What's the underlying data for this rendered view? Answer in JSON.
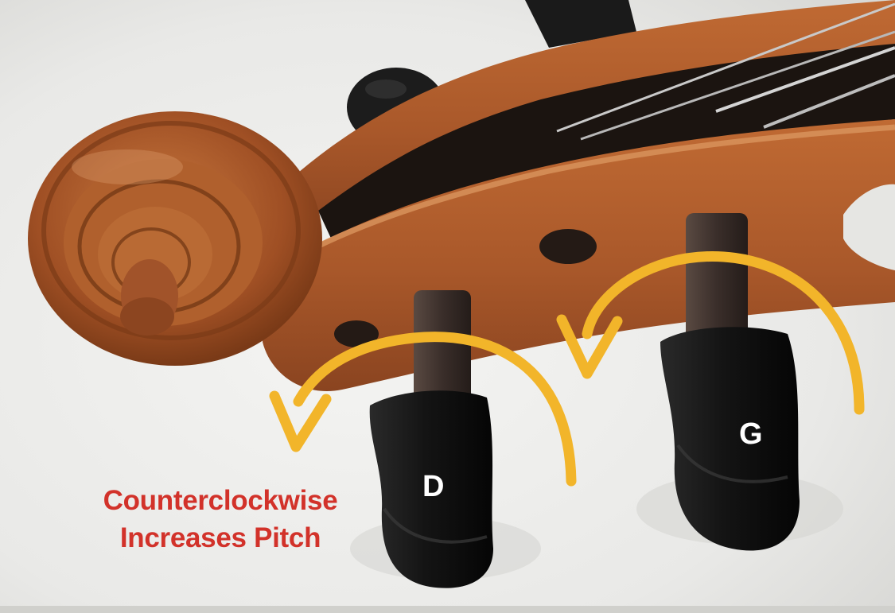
{
  "image": {
    "kind": "photo",
    "subject": "scroll-and-pegbox"
  },
  "caption": {
    "line1": "Counterclockwise",
    "line2": "Increases Pitch"
  },
  "pegs": {
    "d_label": "D",
    "g_label": "G"
  },
  "colors": {
    "arrow": "#f2b52a",
    "caption": "#d2322a",
    "label": "#ffffff",
    "wood": "#a9582a",
    "peg": "#141414",
    "background": "#ebebe9"
  }
}
